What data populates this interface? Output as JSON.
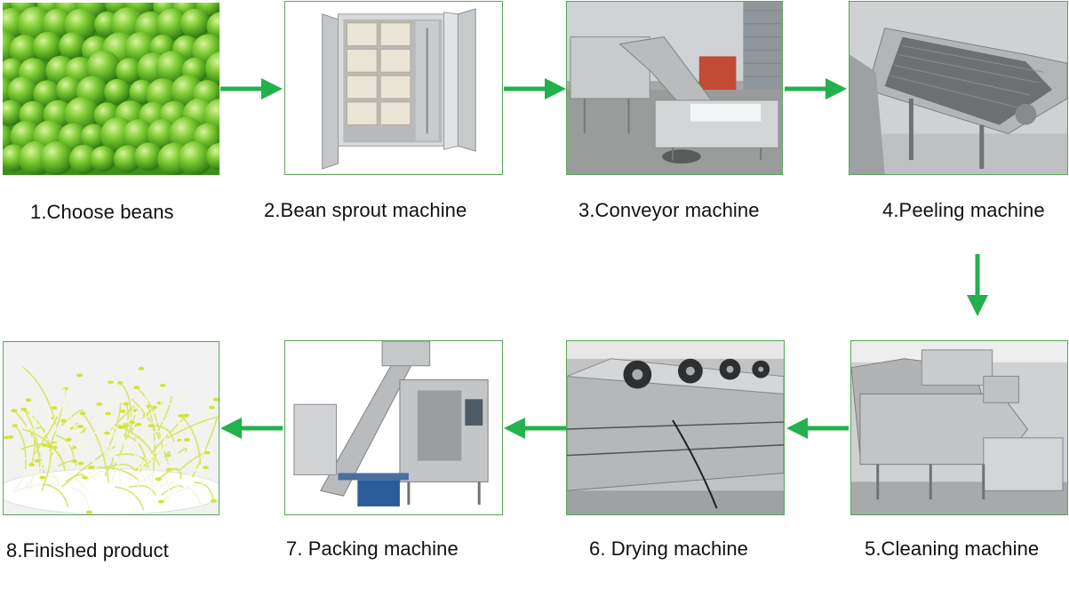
{
  "accent": "#22b14c",
  "steps": [
    {
      "label": "1.Choose beans",
      "icon": "green-peas-photo"
    },
    {
      "label": "2.Bean sprout machine",
      "icon": "sprout-cabinet-photo"
    },
    {
      "label": "3.Conveyor machine",
      "icon": "conveyor-photo"
    },
    {
      "label": "4.Peeling machine",
      "icon": "peeling-screen-photo"
    },
    {
      "label": "5.Cleaning machine",
      "icon": "washer-photo"
    },
    {
      "label": "6. Drying machine",
      "icon": "dryer-photo"
    },
    {
      "label": "7. Packing machine",
      "icon": "packer-photo"
    },
    {
      "label": "8.Finished product",
      "icon": "bean-sprouts-photo"
    }
  ]
}
